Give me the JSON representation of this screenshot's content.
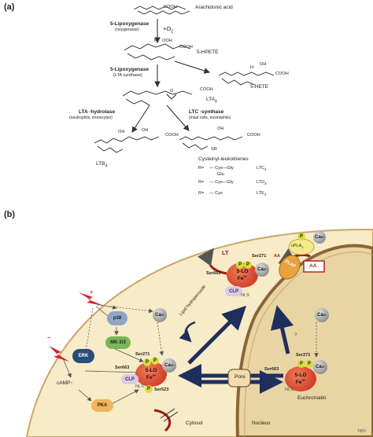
{
  "panel_a": {
    "label": "(a)",
    "arachidonic_acid": "Arachidonic acid",
    "enzyme1": "5-Lipoxygenase",
    "enzyme1_sub": "(oxygenase)",
    "o2": "+O",
    "o2_sub": "2",
    "hpete": "5-HPETE",
    "hete": "5-HETE",
    "enzyme2": "5-Lipoxygenase",
    "enzyme2_sub": "(LTA synthase)",
    "lta4": "LTA",
    "lta4_sub": "4",
    "lta4h": "LTA -hydrolase",
    "lta4h_sub": "(neutrophils, monocytes)",
    "ltc4s": "LTC -synthase",
    "ltc4s_sub": "(mast cells, eosinophils)",
    "ltb4": "LTB",
    "ltb4_sub": "4",
    "cysteinyl": "Cysteinyl-leukotrienes",
    "cys_rows": [
      {
        "r": "R=",
        "formula": "Cys—Gly",
        "name": "LTC",
        "sub": "4",
        "extra": "Glu"
      },
      {
        "r": "R=",
        "formula": "Cys—Gly",
        "name": "LTD",
        "sub": "4",
        "extra": ""
      },
      {
        "r": "R=",
        "formula": "Cys",
        "name": "LTE",
        "sub": "4",
        "extra": ""
      }
    ],
    "chem_labels": {
      "cooh": "COOH",
      "h": "H",
      "oh": "OH",
      "ooh": "OOH",
      "sr": "SR",
      "o": "O"
    }
  },
  "panel_b": {
    "label": "(b)",
    "plus": "+",
    "minus": "−",
    "p38": "p38",
    "mk23": "MK-2/3",
    "erk": "ERK",
    "camp": "cAMP↑",
    "pka": "PKA",
    "ca": "Ca",
    "ca_sup": "2+",
    "p": "P",
    "ser663": "Ser663",
    "ser271": "Ser271",
    "ser523": "Ser523",
    "lo": "5-LO",
    "fe": "Fe",
    "fe_sup": "3+",
    "clp": "CLP",
    "nls": "NLS",
    "lipid_hp": "Lipid hydroperoxide",
    "lt": "LT",
    "aa": "AA",
    "flap": "FLAP",
    "cpla2": "cPLA",
    "cpla2_sub": "2",
    "pore": "Pore",
    "question": "?",
    "euchromatin": "Euchromatin",
    "cytosol": "Cytosol",
    "nucleus": "Nucleus",
    "journal": "TiBS"
  }
}
